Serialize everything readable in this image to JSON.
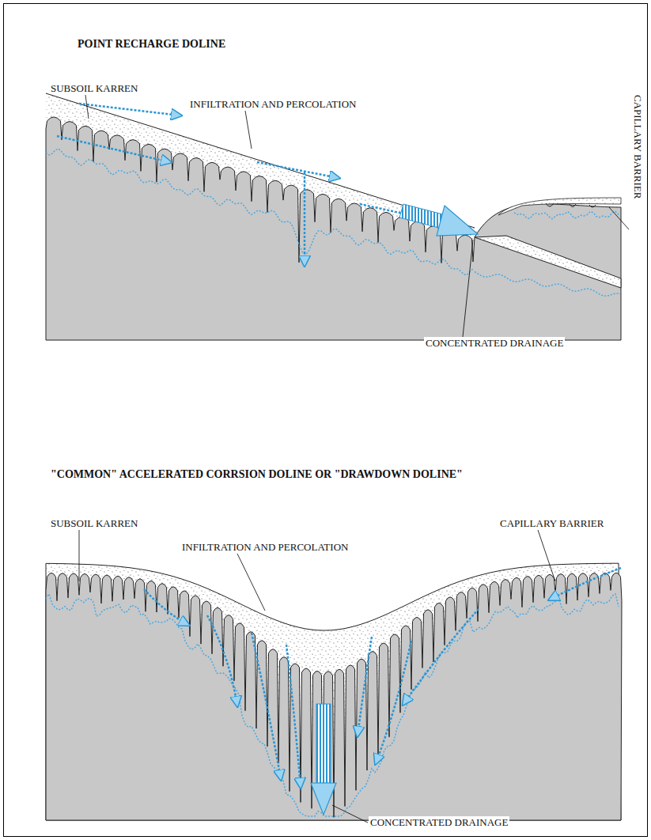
{
  "diagram": {
    "labels": [
      "POINT RECHARGE DOLINE",
      "SUBSOIL KARREN",
      "INFILTRATION AND PERCOLATION",
      "CAPILLARY BARRIER",
      "CONCENTRATED DRAINAGE",
      "\"COMMON\" ACCELERATED CORRSION DOLINE OR \"DRAWDOWN DOLINE\"",
      "SUBSOIL KARREN",
      "INFILTRATION AND PERCOLATION",
      "CAPILLARY BARRIER",
      "CONCENTRATED DRAINAGE"
    ]
  }
}
